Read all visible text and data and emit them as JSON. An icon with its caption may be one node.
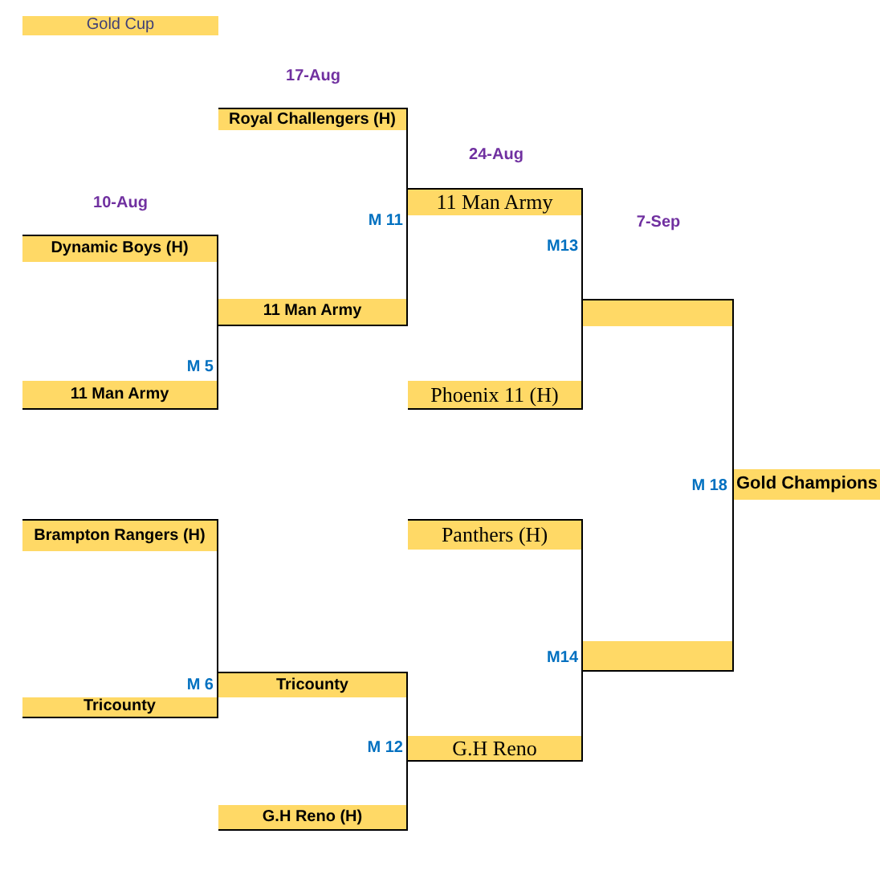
{
  "diagram": {
    "title": "Gold Cup",
    "nodes": [
      {
        "text": [
          "Dynamic Boys (H)"
        ]
      },
      {
        "text": [
          "11 Man Army"
        ]
      },
      {
        "text": [
          "Brampton Rangers (H)"
        ]
      },
      {
        "text": [
          "Tricounty"
        ]
      },
      {
        "text": [
          "Royal Challengers (H)"
        ]
      },
      {
        "text": [
          "11 Man Army"
        ]
      },
      {
        "text": [
          "Tricounty"
        ]
      },
      {
        "text": [
          "G.H Reno (H)"
        ]
      },
      {
        "text": [
          "11 Man Army"
        ]
      },
      {
        "text": [
          "Phoenix 11 (H)"
        ]
      },
      {
        "text": [
          "Panthers (H)"
        ]
      },
      {
        "text": [
          "G.H Reno"
        ]
      },
      {
        "text": [],
        "shape": "bar"
      },
      {
        "text": [],
        "shape": "bar"
      },
      {
        "text": [
          "Gold Champions"
        ]
      }
    ],
    "edges": [
      {
        "from": 0,
        "to": 5,
        "arrow": "none"
      },
      {
        "from": 1,
        "to": 5,
        "arrow": "none"
      },
      {
        "from": 2,
        "to": 6,
        "arrow": "none"
      },
      {
        "from": 3,
        "to": 6,
        "arrow": "none"
      },
      {
        "from": 4,
        "to": 8,
        "arrow": "none"
      },
      {
        "from": 5,
        "to": 8,
        "arrow": "none"
      },
      {
        "from": 6,
        "to": 11,
        "arrow": "none"
      },
      {
        "from": 7,
        "to": 11,
        "arrow": "none"
      },
      {
        "from": 8,
        "to": 12,
        "arrow": "none"
      },
      {
        "from": 9,
        "to": 12,
        "arrow": "none"
      },
      {
        "from": 10,
        "to": 13,
        "arrow": "none"
      },
      {
        "from": 11,
        "to": 13,
        "arrow": "none"
      },
      {
        "from": 12,
        "to": 14,
        "arrow": "none"
      },
      {
        "from": 13,
        "to": 14,
        "arrow": "none"
      }
    ],
    "labels": [
      "17-Aug",
      "24-Aug",
      "10-Aug",
      "M 11",
      "7-Sep",
      "M13",
      "M 5",
      "M 18",
      "M14",
      "M 6",
      "M 12"
    ]
  }
}
